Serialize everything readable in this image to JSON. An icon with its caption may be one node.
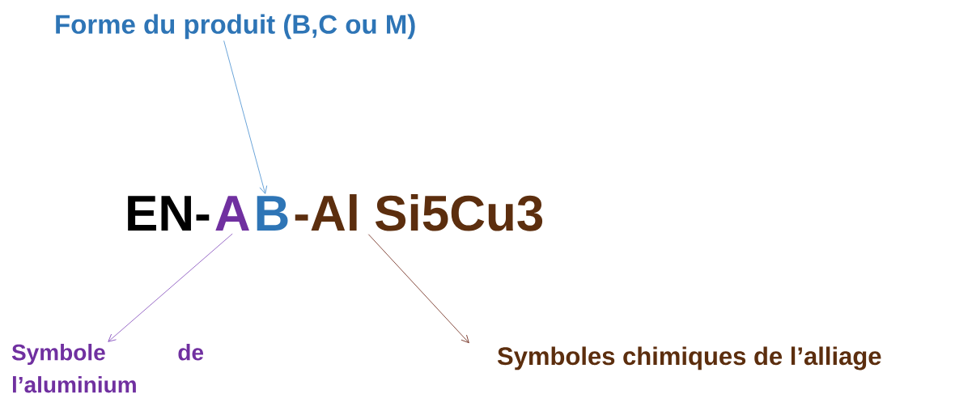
{
  "diagram": {
    "nodes": [
      {
        "text": [
          "Forme du produit (B,C ou M)"
        ]
      },
      {
        "text": [
          "EN-"
        ]
      },
      {
        "text": [
          "A"
        ]
      },
      {
        "text": [
          "B"
        ]
      },
      {
        "text": [
          "-Al Si5Cu3"
        ]
      },
      {
        "text": [
          "Symbole de l’aluminium"
        ]
      },
      {
        "text": [
          "Symboles chimiques de l’alliage"
        ]
      }
    ],
    "edges": [
      {
        "from": 0,
        "to": 3,
        "arrow": "to",
        "color": "#5b9bd5"
      },
      {
        "from": 2,
        "to": 5,
        "arrow": "to",
        "color": "#8e5cc2"
      },
      {
        "from": 4,
        "to": 6,
        "arrow": "to",
        "color": "#7a3b2e"
      }
    ]
  }
}
